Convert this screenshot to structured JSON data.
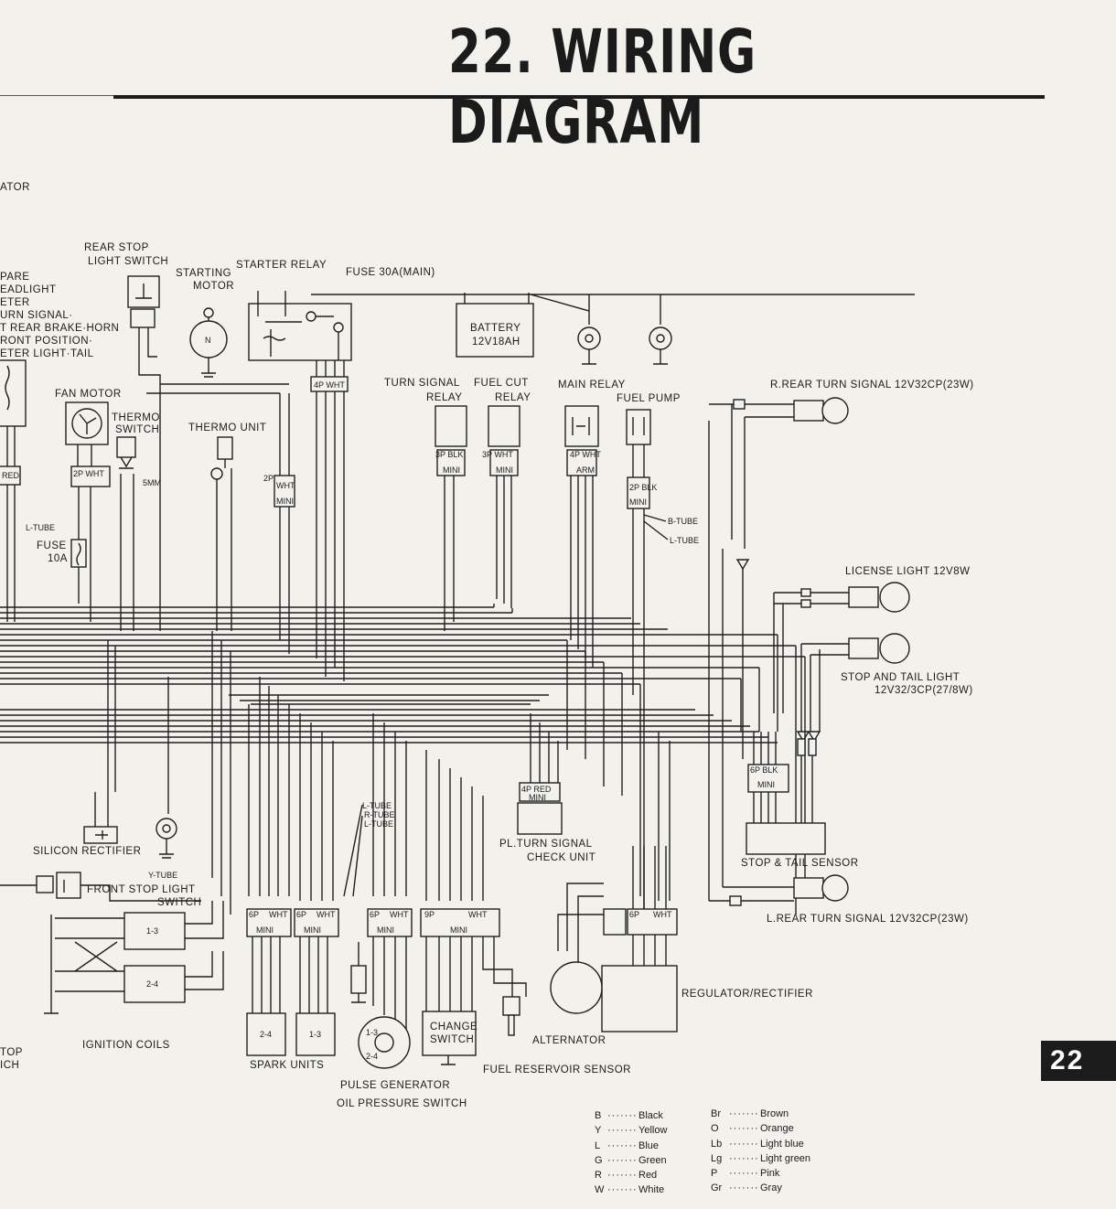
{
  "header": {
    "title": "22. WIRING DIAGRAM"
  },
  "page_number": "22",
  "left_cut": {
    "item1": "ATOR",
    "spare": [
      "PARE",
      "EADLIGHT",
      "ETER",
      "URN SIGNAL·",
      "T REAR BRAKE·HORN",
      "RONT POSITION·",
      "ETER LIGHT·TAIL"
    ],
    "bottom": [
      "TOP",
      "ICH"
    ]
  },
  "components": {
    "rear_stop_light_switch": [
      "REAR STOP",
      "LIGHT SWITCH"
    ],
    "starting_motor": [
      "STARTING",
      "MOTOR"
    ],
    "starter_relay": "STARTER RELAY",
    "fuse_main": "FUSE 30A(MAIN)",
    "battery": [
      "BATTERY",
      "12V18AH"
    ],
    "fan_motor": "FAN MOTOR",
    "thermo_switch": [
      "THERMO",
      "SWITCH"
    ],
    "thermo_unit": "THERMO UNIT",
    "turn_signal_relay": [
      "TURN SIGNAL",
      "RELAY"
    ],
    "fuel_cut_relay": [
      "FUEL CUT",
      "RELAY"
    ],
    "main_relay": "MAIN RELAY",
    "fuel_pump": "FUEL PUMP",
    "r_rear_turn": "R.REAR TURN SIGNAL 12V32CP(23W)",
    "license_light": "LICENSE LIGHT 12V8W",
    "stop_tail_light": [
      "STOP AND TAIL LIGHT",
      "12V32/3CP(27/8W)"
    ],
    "fuse_10a": [
      "FUSE",
      "10A"
    ],
    "silicon_rectifier": "SILICON RECTIFIER",
    "front_stop_light_switch": [
      "FRONT STOP LIGHT",
      "SWITCH"
    ],
    "ignition_coils": "IGNITION COILS",
    "spark_units": "SPARK UNITS",
    "pulse_generator": "PULSE GENERATOR",
    "oil_pressure_switch": "OIL PRESSURE SWITCH",
    "change_switch": [
      "CHANGE",
      "SWITCH"
    ],
    "fuel_reservoir_sensor": "FUEL RESERVOIR SENSOR",
    "alternator": "ALTERNATOR",
    "regulator_rectifier": "REGULATOR/RECTIFIER",
    "pl_turn_signal_check_unit": [
      "PL.TURN SIGNAL",
      "CHECK UNIT"
    ],
    "stop_tail_sensor": "STOP & TAIL SENSOR",
    "l_rear_turn": "L.REAR TURN SIGNAL 12V32CP(23W)"
  },
  "small_labels": {
    "tubes": [
      "L-TUBE",
      "R-TUBE",
      "L-TUBE"
    ],
    "fuel_tubes": [
      "B-TUBE",
      "L-TUBE"
    ],
    "y_tube": "Y-TUBE",
    "l_tube_left": "L-TUBE",
    "mm5": "5MM",
    "coil13": "1-3",
    "coil24": "2-4",
    "spark24": "2-4",
    "spark13": "1-3",
    "red": "RED",
    "n": "N"
  },
  "connectors": {
    "c4p_wht": "4P WHT",
    "c2p_wht": "2P WHT",
    "c2p_wht_b": "2P",
    "wht": "WHT",
    "mini": "MINI",
    "c3p_blk": "3P BLK",
    "c3p_wht": "3P WHT",
    "c4p_wht_arm": "4P WHT",
    "arm": "ARM",
    "c2p_blk": "2P BLK",
    "c6p_blk": "6P BLK",
    "c4p_red": "4P RED",
    "c6p": "6P",
    "c9p": "9P"
  },
  "legend": {
    "left": [
      {
        "code": "B",
        "color": "Black"
      },
      {
        "code": "Y",
        "color": "Yellow"
      },
      {
        "code": "L",
        "color": "Blue"
      },
      {
        "code": "G",
        "color": "Green"
      },
      {
        "code": "R",
        "color": "Red"
      },
      {
        "code": "W",
        "color": "White"
      }
    ],
    "right": [
      {
        "code": "Br",
        "color": "Brown"
      },
      {
        "code": "O",
        "color": "Orange"
      },
      {
        "code": "Lb",
        "color": "Light blue"
      },
      {
        "code": "Lg",
        "color": "Light green"
      },
      {
        "code": "P",
        "color": "Pink"
      },
      {
        "code": "Gr",
        "color": "Gray"
      }
    ]
  }
}
